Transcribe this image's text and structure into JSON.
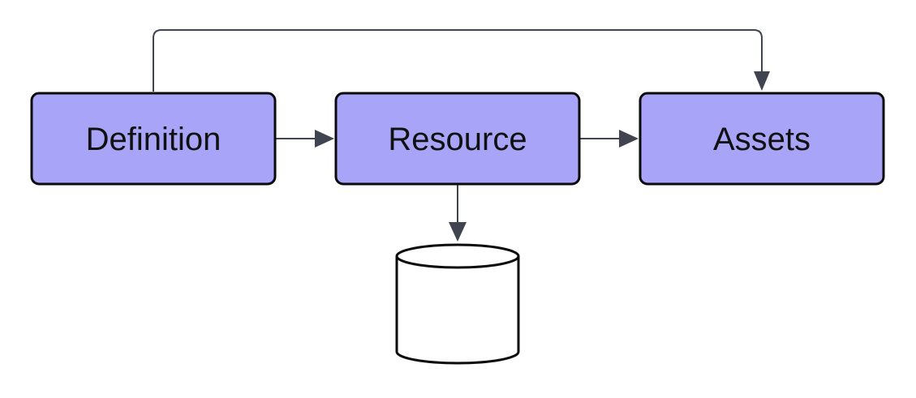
{
  "colors": {
    "node_fill": "#a8a4f7",
    "node_stroke": "#0b0b0b",
    "connector": "#3f4450",
    "database_fill": "#ffffff"
  },
  "nodes": {
    "definition": {
      "label": "Definition"
    },
    "resource": {
      "label": "Resource"
    },
    "assets": {
      "label": "Assets"
    }
  },
  "edges": [
    {
      "from": "definition",
      "to": "resource"
    },
    {
      "from": "resource",
      "to": "assets"
    },
    {
      "from": "definition",
      "to": "assets"
    },
    {
      "from": "resource",
      "to": "database"
    }
  ],
  "shapes": {
    "database": {
      "icon": "database-cylinder-icon"
    }
  }
}
